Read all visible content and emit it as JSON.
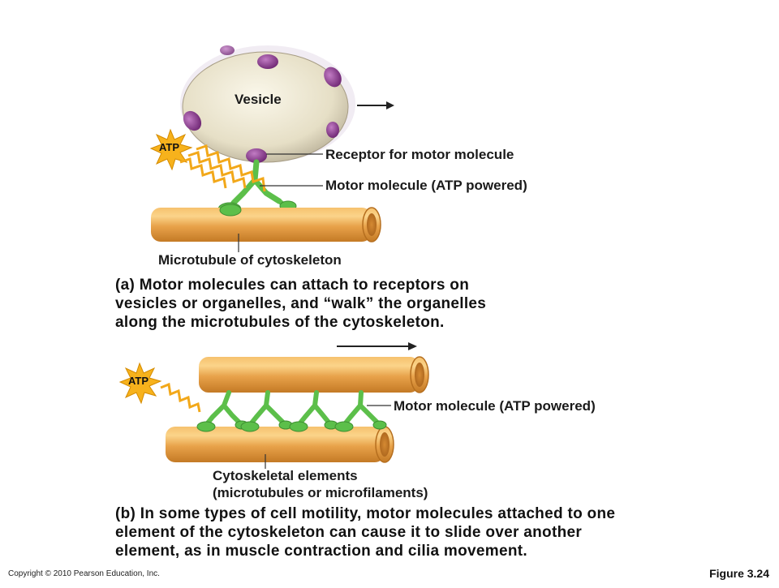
{
  "panel_a": {
    "vesicle_label": "Vesicle",
    "atp_label": "ATP",
    "receptor_label": "Receptor for motor molecule",
    "motor_label": "Motor molecule (ATP powered)",
    "microtubule_label": "Microtubule of cytoskeleton",
    "caption_lines": [
      "(a) Motor molecules can attach to receptors on",
      "vesicles or organelles, and “walk” the organelles",
      "along the microtubules of the cytoskeleton."
    ]
  },
  "panel_b": {
    "atp_label": "ATP",
    "motor_label": "Motor molecule (ATP powered)",
    "elements_label_lines": [
      "Cytoskeletal elements",
      "(microtubules or microfilaments)"
    ],
    "caption_lines": [
      "(b) In some types of cell motility, motor molecules attached to one",
      "element of the cytoskeleton can cause it to slide over another",
      "element, as in muscle contraction and cilia movement."
    ]
  },
  "footer": {
    "copyright": "Copyright © 2010 Pearson Education, Inc.",
    "figure": "Figure 3.24"
  },
  "colors": {
    "tube": "#e8a24a",
    "tube_dark": "#c97d27",
    "vesicle": "#e9e3cf",
    "receptor": "#8a3a8e",
    "motor": "#5cbf4a",
    "atp_burst": "#f7b21c"
  }
}
